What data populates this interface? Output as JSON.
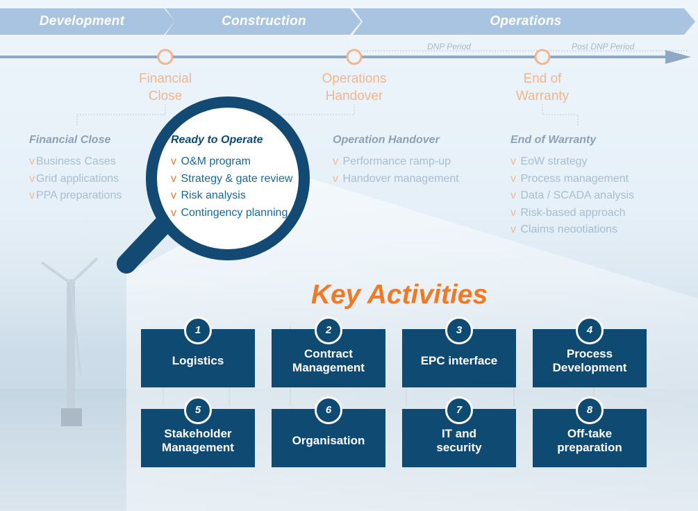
{
  "phases": [
    {
      "label": "Development"
    },
    {
      "label": "Construction"
    },
    {
      "label": "Operations"
    }
  ],
  "milestones": [
    {
      "label_line1": "Financial",
      "label_line2": "Close"
    },
    {
      "label_line1": "Operations",
      "label_line2": "Handover"
    },
    {
      "label_line1": "End of",
      "label_line2": "Warranty"
    }
  ],
  "periods": {
    "dnp": "DNP Period",
    "post_dnp": "Post DNP Period"
  },
  "columns": [
    {
      "title": "Financial Close",
      "items": [
        "Business Cases",
        "Grid applications",
        "PPA preparations"
      ]
    },
    {
      "title": "Ready to Operate",
      "items": [
        "O&M program",
        "Strategy & gate review",
        "Risk analysis",
        "Contingency planning"
      ]
    },
    {
      "title": "Operation Handover",
      "items": [
        "Performance ramp-up",
        "Handover management"
      ]
    },
    {
      "title": "End of Warranty",
      "items": [
        "EoW strategy",
        "Process management",
        "Data / SCADA analysis",
        "Risk-based approach",
        "Claims negotiations"
      ]
    }
  ],
  "bullet_mark": "v",
  "key_activities": {
    "title": "Key Activities",
    "items": [
      {
        "number": "1",
        "line1": "Logistics",
        "line2": ""
      },
      {
        "number": "2",
        "line1": "Contract",
        "line2": "Management"
      },
      {
        "number": "3",
        "line1": "EPC interface",
        "line2": ""
      },
      {
        "number": "4",
        "line1": "Process",
        "line2": "Development"
      },
      {
        "number": "5",
        "line1": "Stakeholder",
        "line2": "Management"
      },
      {
        "number": "6",
        "line1": "Organisation",
        "line2": ""
      },
      {
        "number": "7",
        "line1": "IT and",
        "line2": "security"
      },
      {
        "number": "8",
        "line1": "Off-take",
        "line2": "preparation"
      }
    ]
  },
  "colors": {
    "phase_arrow": "#a9c4e0",
    "timeline": "#8fa9c4",
    "milestone_text": "#f0b58c",
    "activity_box": "#0f4a73",
    "magnifier": "#124a74",
    "key_title": "#ef7a26",
    "bullet_mark": "#e47a2e"
  },
  "icons": [
    "magnifier-icon",
    "wind-turbine-icon",
    "milestone-circle-icon",
    "timeline-arrow-icon"
  ]
}
